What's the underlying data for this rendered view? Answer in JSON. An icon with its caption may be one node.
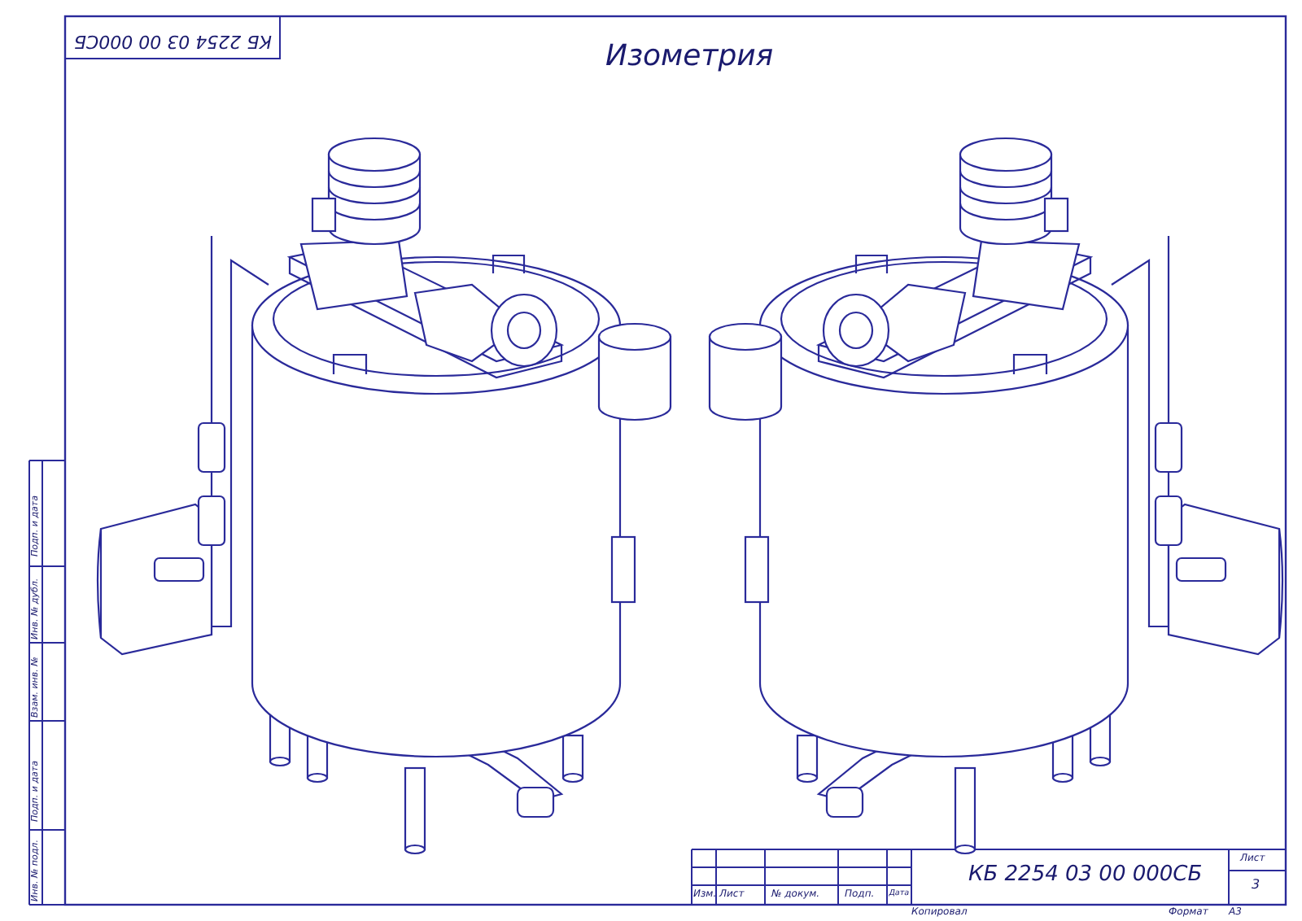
{
  "diagram": {
    "title": "Изометрия",
    "labels": [
      "КБ 2254 03 00 000СБ",
      "Подп. и дата",
      "Инв. № дубл.",
      "Взам. инв. №",
      "Подп. и дата",
      "Инв. № подл.",
      "Изм.",
      "Лист",
      "№ докум.",
      "Подп.",
      "Дата",
      "КБ 2254 03 00 000СБ",
      "Лист",
      "3",
      "Копировал",
      "Формат",
      "А3"
    ]
  }
}
